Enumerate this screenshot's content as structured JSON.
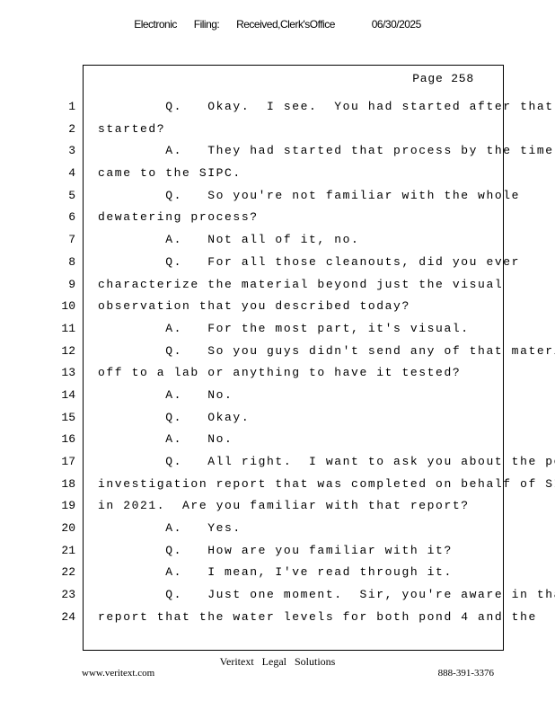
{
  "header": {
    "label1": "Electronic",
    "label2": "Filing:",
    "label3": "Received,Clerk'sOffice",
    "date": "06/30/2025"
  },
  "page": "Page 258",
  "lines": [
    {
      "n": "1",
      "t": "        Q.   Okay.  I see.  You had started after that"
    },
    {
      "n": "2",
      "t": "started?"
    },
    {
      "n": "3",
      "t": "        A.   They had started that process by the time I"
    },
    {
      "n": "4",
      "t": "came to the SIPC."
    },
    {
      "n": "5",
      "t": "        Q.   So you're not familiar with the whole"
    },
    {
      "n": "6",
      "t": "dewatering process?"
    },
    {
      "n": "7",
      "t": "        A.   Not all of it, no."
    },
    {
      "n": "8",
      "t": "        Q.   For all those cleanouts, did you ever"
    },
    {
      "n": "9",
      "t": "characterize the material beyond just the visual"
    },
    {
      "n": "10",
      "t": "observation that you described today?"
    },
    {
      "n": "11",
      "t": "        A.   For the most part, it's visual."
    },
    {
      "n": "12",
      "t": "        Q.   So you guys didn't send any of that material"
    },
    {
      "n": "13",
      "t": "off to a lab or anything to have it tested?"
    },
    {
      "n": "14",
      "t": "        A.   No."
    },
    {
      "n": "15",
      "t": "        Q.   Okay."
    },
    {
      "n": "16",
      "t": "        A.   No."
    },
    {
      "n": "17",
      "t": "        Q.   All right.  I want to ask you about the pond"
    },
    {
      "n": "18",
      "t": "investigation report that was completed on behalf of SIPC"
    },
    {
      "n": "19",
      "t": "in 2021.  Are you familiar with that report?"
    },
    {
      "n": "20",
      "t": "        A.   Yes."
    },
    {
      "n": "21",
      "t": "        Q.   How are you familiar with it?"
    },
    {
      "n": "22",
      "t": "        A.   I mean, I've read through it."
    },
    {
      "n": "23",
      "t": "        Q.   Just one moment.  Sir, you're aware in that"
    },
    {
      "n": "24",
      "t": "report that the water levels for both pond 4 and the"
    }
  ],
  "footer": {
    "company": "Veritext Legal Solutions",
    "website": "www.veritext.com",
    "phone": "888-391-3376"
  }
}
